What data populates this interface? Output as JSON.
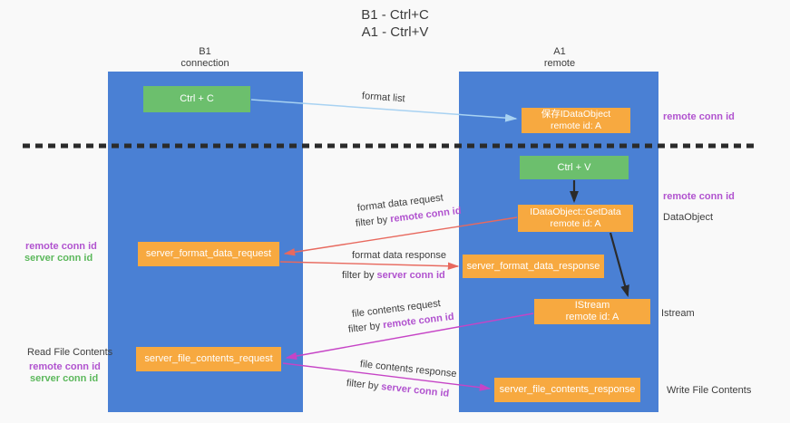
{
  "title": {
    "line1": "B1 - Ctrl+C",
    "line2": "A1 - Ctrl+V"
  },
  "lifelines": {
    "left": {
      "name": "B1",
      "role": "connection"
    },
    "right": {
      "name": "A1",
      "role": "remote"
    }
  },
  "nodes": {
    "ctrl_c": {
      "label": "Ctrl + C"
    },
    "ctrl_v": {
      "label": "Ctrl + V"
    },
    "save_dataobject": {
      "line1": "保存IDataObject",
      "line2": "remote id: A"
    },
    "getdata": {
      "line1": "IDataObject::GetData",
      "line2": "remote id: A"
    },
    "istream": {
      "line1": "IStream",
      "line2": "remote id: A"
    },
    "format_request": {
      "label": "server_format_data_request"
    },
    "format_response": {
      "label": "server_format_data_response"
    },
    "file_request": {
      "label": "server_file_contents_request"
    },
    "file_response": {
      "label": "server_file_contents_response"
    }
  },
  "side_labels": {
    "right_remote_conn_id_top": "remote conn id",
    "right_remote_conn_id_mid": "remote conn id",
    "right_dataobject": "DataObject",
    "right_istream": "Istream",
    "right_write_file": "Write File Contents",
    "left_remote_conn_id_top": "remote conn id",
    "left_server_conn_id_top": "server conn id",
    "left_read_file": "Read File Contents",
    "left_remote_conn_id_bottom": "remote conn id",
    "left_server_conn_id_bottom": "server conn id"
  },
  "arrow_labels": {
    "format_list": "format list",
    "format_data_request": "format data request",
    "format_data_response": "format data response",
    "file_contents_request": "file contents request",
    "file_contents_response": "file contents response",
    "filter_prefix": "filter by",
    "remote_conn_id": "remote conn id",
    "server_conn_id": "server conn id"
  },
  "colors": {
    "bg": "#f9f9f9",
    "column_blue": "#4a80d4",
    "green_btn": "#6cbf6d",
    "orange_box": "#f7a940",
    "red_arrow": "#e8695e",
    "magenta_arrow": "#c644c6",
    "lightblue_arrow": "#a8d2f2",
    "purple_text": "#b153cf",
    "green_text": "#5cb85c",
    "dark_text": "#3d3d3d",
    "dash_color": "#2b2b2b"
  }
}
